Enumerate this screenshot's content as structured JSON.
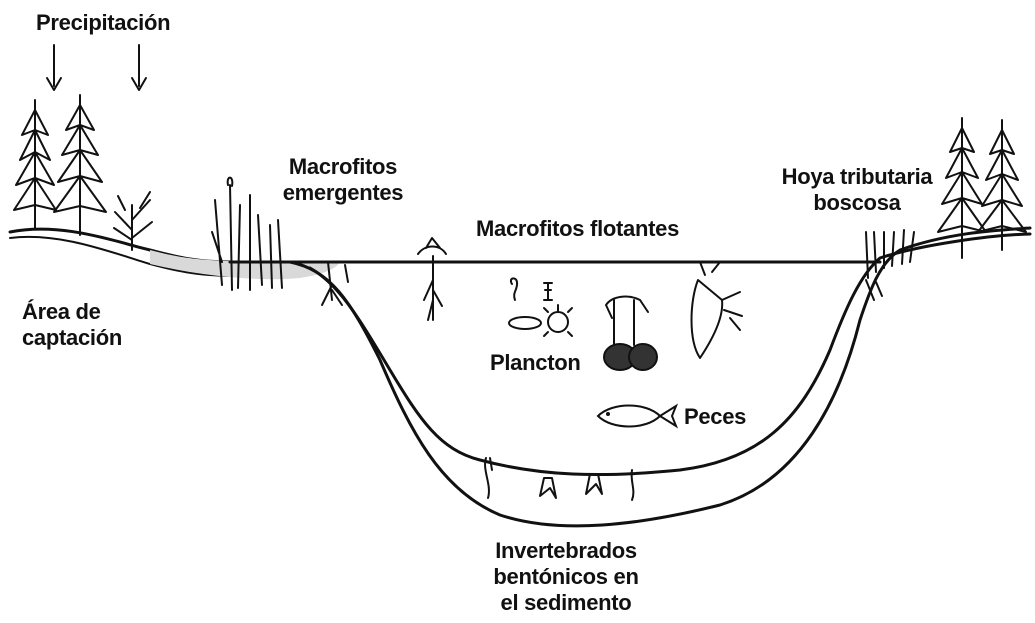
{
  "labels": {
    "precipitation": "Precipitación",
    "catchment_line1": "Área de",
    "catchment_line2": "captación",
    "emergent_line1": "Macrofitos",
    "emergent_line2": "emergentes",
    "floating": "Macrofitos flotantes",
    "forested_line1": "Hoya tributaria",
    "forested_line2": "boscosa",
    "plankton": "Plancton",
    "fish": "Peces",
    "benthic_line1": "Invertebrados",
    "benthic_line2": "bentónicos en",
    "benthic_line3": "el sedimento"
  },
  "icons": [
    "rain-arrow-icon",
    "conifer-tree-icon",
    "shrub-icon",
    "reed-icon",
    "floating-plant-icon",
    "plankton-icon",
    "fish-icon",
    "benthic-invertebrate-icon"
  ],
  "colors": {
    "ink": "#111111",
    "background": "#ffffff",
    "shore_fill": "#d9d9d9"
  }
}
